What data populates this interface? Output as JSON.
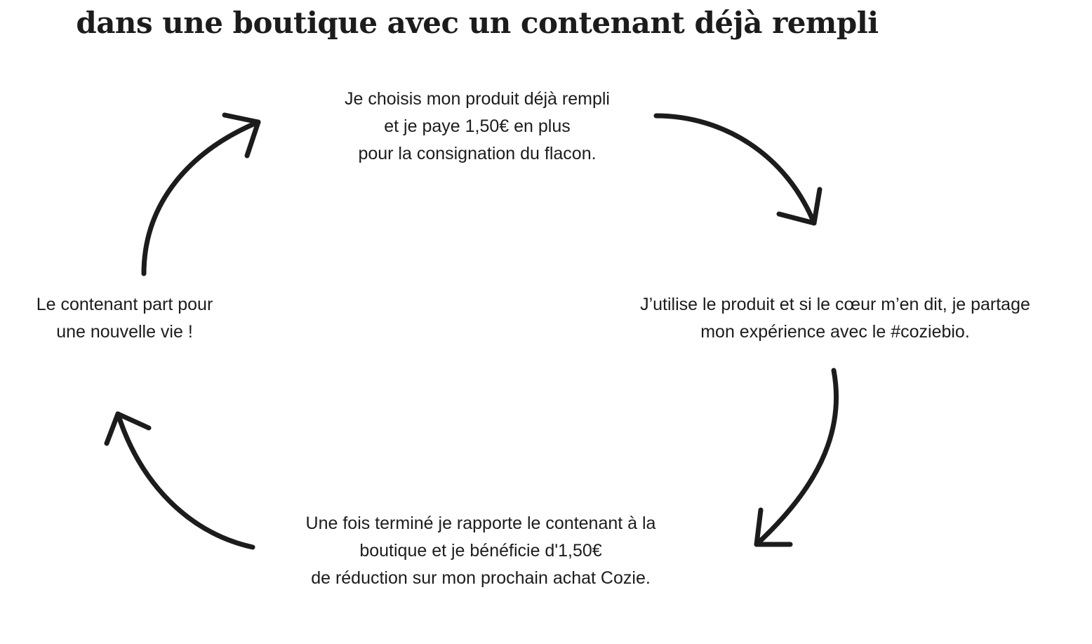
{
  "title": "dans une boutique avec un contenant déjà rempli",
  "steps": [
    {
      "lines": [
        "Je choisis mon produit déjà rempli",
        "et je paye 1,50€ en plus",
        "pour la consignation du flacon."
      ]
    },
    {
      "lines": [
        "J’utilise le produit et si le cœur m’en dit, je partage",
        "mon expérience avec le #coziebio."
      ]
    },
    {
      "lines": [
        "Une fois terminé je rapporte le contenant à la",
        "boutique et je bénéficie d'1,50€",
        "de réduction sur mon prochain achat Cozie."
      ]
    },
    {
      "lines": [
        "Le contenant part pour",
        "une nouvelle vie !"
      ]
    }
  ],
  "colors": {
    "text": "#1c1c1c",
    "arrow": "#1c1c1c",
    "background": "#ffffff"
  }
}
